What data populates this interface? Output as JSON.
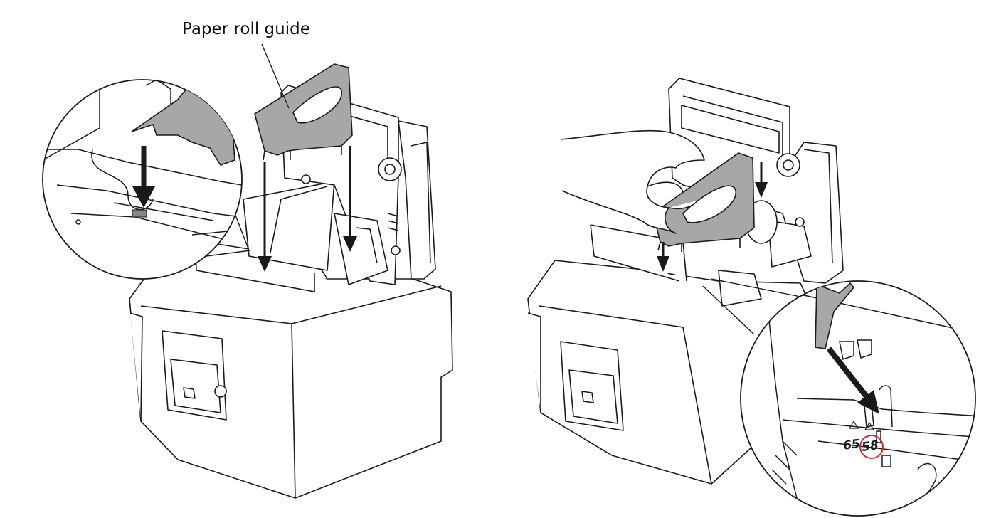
{
  "labels": {
    "paper_roll_guide": "Paper roll guide",
    "width_65": "65",
    "width_58": "58"
  },
  "colors": {
    "line": "#1a1a1a",
    "guide_fill": "#a7a7a7",
    "arrow": "#1a1a1a",
    "highlight_circle": "#d62b2b",
    "body_fill": "#ffffff"
  }
}
